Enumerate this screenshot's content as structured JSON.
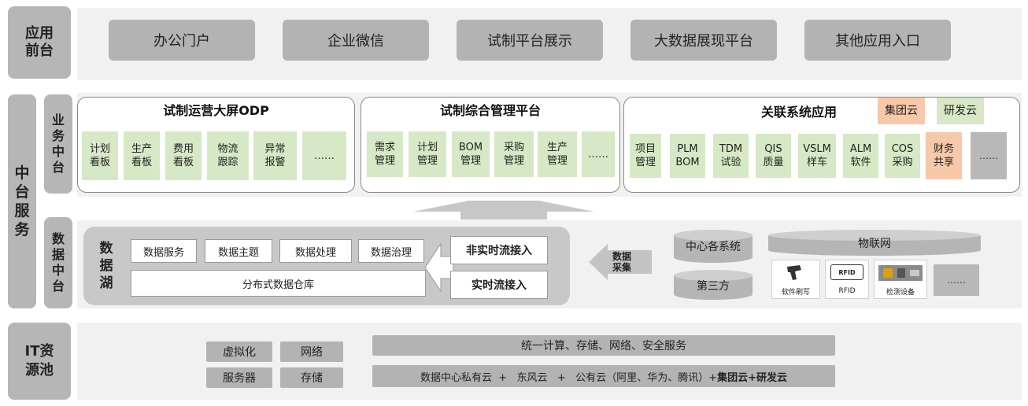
{
  "layers": {
    "app_front": "应用\n前台",
    "middle_service": "中\n台\n服\n务",
    "business_mid": "业\n务\n中\n台",
    "data_mid": "数\n据\n中\n台",
    "it_pool": "IT资\n源池"
  },
  "apps": [
    "办公门户",
    "企业微信",
    "试制平台展示",
    "大数据展现平台",
    "其他应用入口"
  ],
  "odp": {
    "title": "试制运营大屏ODP",
    "items": [
      "计划\n看板",
      "生产\n看板",
      "费用\n看板",
      "物流\n跟踪",
      "异常\n报警",
      "……"
    ]
  },
  "mgmt": {
    "title": "试制综合管理平台",
    "items": [
      "需求\n管理",
      "计划\n管理",
      "BOM\n管理",
      "采购\n管理",
      "生产\n管理",
      "……"
    ]
  },
  "related": {
    "title": "关联系统应用",
    "tags": [
      "集团云",
      "研发云"
    ],
    "items": [
      "项目\n管理",
      "PLM\nBOM",
      "TDM\n试验",
      "QIS\n质量",
      "VSLM\n样车",
      "ALM\n软件",
      "COS\n采购",
      "财务\n共享",
      "……"
    ]
  },
  "datalake": {
    "title": "数\n据\n湖",
    "services": [
      "数据服务",
      "数据主题",
      "数据处理",
      "数据治理"
    ],
    "warehouse": "分布式数据仓库",
    "stream_nonrt": "非实时流接入",
    "stream_rt": "实时流接入"
  },
  "collect": "数据\n采集",
  "sources": {
    "systems": "中心各系统",
    "third": "第三方",
    "iot": "物联网",
    "devices": [
      "软件刷写",
      "RFID",
      "检测设备",
      "……"
    ],
    "rfid_badge": "RFID"
  },
  "it": {
    "items": [
      "虚拟化",
      "网络",
      "服务器",
      "存储"
    ],
    "unified": "统一计算、存储、网络、安全服务",
    "cloud_prefix": "数据中心私有云  +   东风云   +   公有云（阿里、华为、腾讯）+",
    "cloud_bold": "集团云+研发云"
  },
  "colors": {
    "green": "#d6e8c5",
    "orange": "#f7c9a9",
    "grey": "#b3b3b3",
    "band": "#f1f1f1"
  }
}
